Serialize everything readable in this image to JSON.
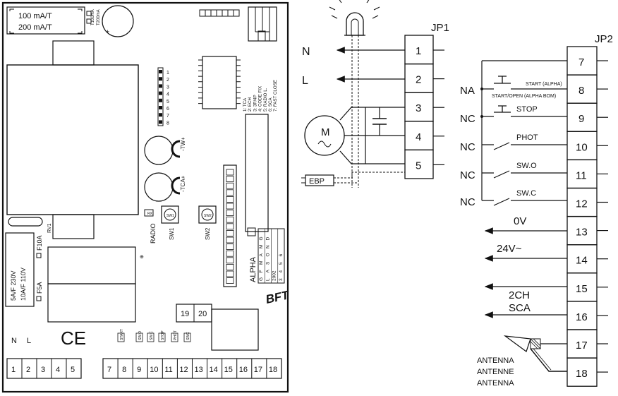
{
  "board": {
    "fuse_ratings": [
      "100 mA/T",
      "200 mA/T"
    ],
    "fuse_labels": [
      "T100mA",
      "T200mA"
    ],
    "dip_numbers": [
      "1",
      "2",
      "3",
      "4",
      "5",
      "6",
      "7",
      "8"
    ],
    "dip_functions": [
      "1: TCA",
      "2: ECH",
      "3: 3P/4P",
      "4: CODE FIX",
      "5: RADIO L.",
      "6: SCA",
      "7: FAST CLOSE"
    ],
    "trimmer_tw": "-TW+",
    "trimmer_tca": "-TCA+",
    "rv1": "RV1",
    "radio": "RADIO",
    "sw1": "SW1",
    "sw2": "SW2",
    "alpha": "ALPHA",
    "version_table": [
      "G",
      "F",
      "M",
      "A",
      "M",
      "G",
      "L",
      "A",
      "S",
      "O",
      "N",
      "D",
      "2002",
      "3",
      "4",
      "5",
      "6"
    ],
    "mains_fuses": [
      "5A/F 230V",
      "10A/F 110V"
    ],
    "fuse_f10a": "F10A",
    "fuse_f5a": "F5A",
    "jumper_19": "19",
    "jumper_20": "20",
    "led_labels": [
      "START",
      "SW.O",
      "SW.C",
      "STOP",
      "PHOT",
      "SWC"
    ],
    "logo": "BFT",
    "ce": "CE",
    "terminal_numbers": [
      "1",
      "2",
      "3",
      "4",
      "5",
      "7",
      "8",
      "9",
      "10",
      "11",
      "12",
      "13",
      "14",
      "15",
      "16",
      "17",
      "18"
    ],
    "supply_labels": [
      "N",
      "L"
    ]
  },
  "jp1": {
    "title": "JP1",
    "terminals": [
      "1",
      "2",
      "3",
      "4",
      "5"
    ],
    "labels": [
      "N",
      "L"
    ],
    "motor": "M",
    "ebp": "EBP"
  },
  "jp2": {
    "title": "JP2",
    "terminals": [
      "7",
      "8",
      "9",
      "10",
      "11",
      "12",
      "13",
      "14",
      "15",
      "16",
      "17",
      "18"
    ],
    "contacts": [
      "NA",
      "NC",
      "NC",
      "NC",
      "NC"
    ],
    "inputs": [
      "START (ALPHA)",
      "START/OPEN (ALPHA BOM)",
      "STOP",
      "PHOT",
      "SW.O",
      "SW.C"
    ],
    "outputs": [
      "0V",
      "24V~",
      "2CH",
      "SCA"
    ],
    "antenna": [
      "ANTENNA",
      "ANTENNE",
      "ANTENNA"
    ]
  }
}
